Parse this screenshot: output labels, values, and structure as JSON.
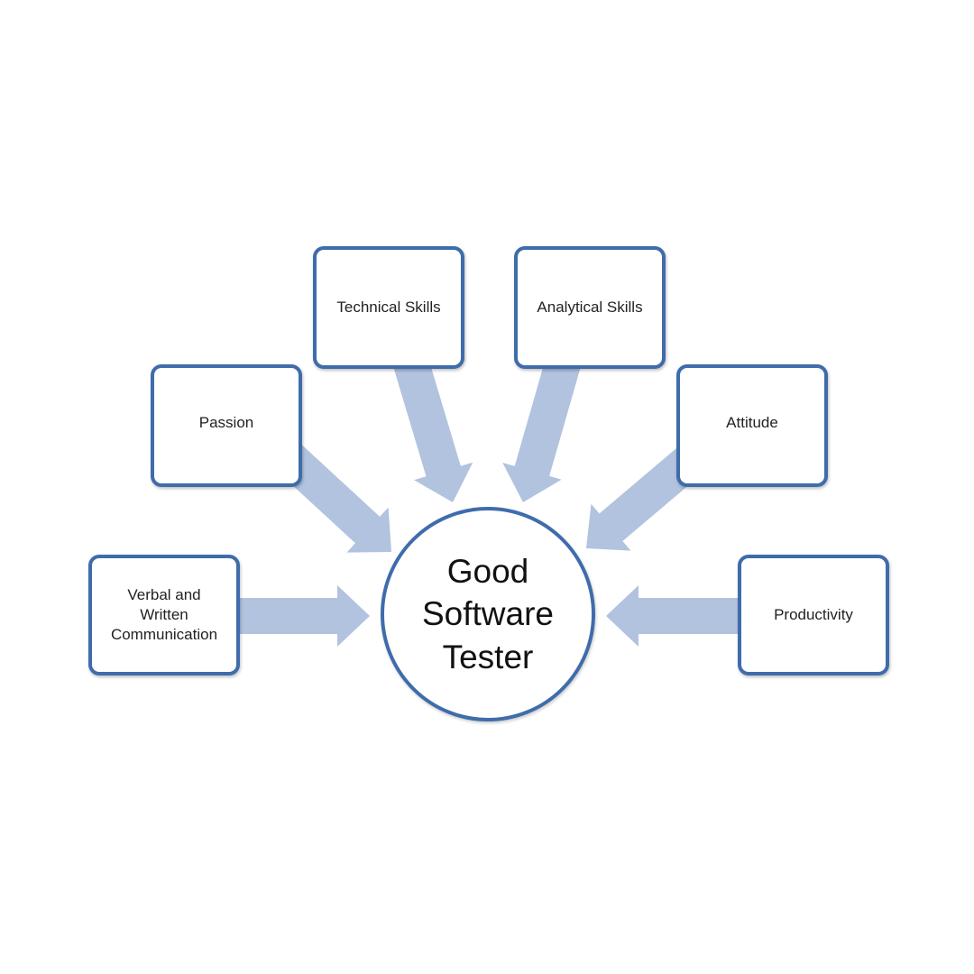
{
  "diagram": {
    "center": {
      "lines": [
        "Good",
        "Software",
        "Tester"
      ]
    },
    "nodes": [
      {
        "id": "technical",
        "label": "Technical Skills"
      },
      {
        "id": "analytical",
        "label": "Analytical Skills"
      },
      {
        "id": "passion",
        "label": "Passion"
      },
      {
        "id": "attitude",
        "label": "Attitude"
      },
      {
        "id": "verbal",
        "lines": [
          "Verbal and",
          "Written",
          "Communication"
        ]
      },
      {
        "id": "productivity",
        "label": "Productivity"
      }
    ],
    "colors": {
      "border": "#3f6cab",
      "arrow": "#b1c3de"
    }
  }
}
